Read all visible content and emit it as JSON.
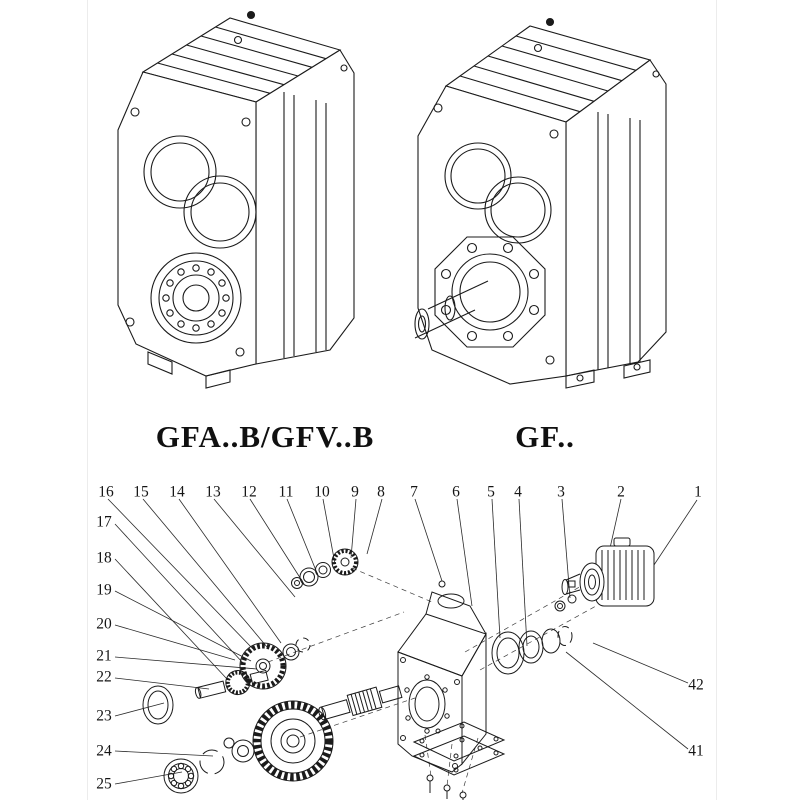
{
  "captions": {
    "left": "GFA..B/GFV..B",
    "right": "GF.."
  },
  "exploded": {
    "top_numbers": [
      "16",
      "15",
      "14",
      "13",
      "12",
      "11",
      "10",
      "9",
      "8",
      "7",
      "6",
      "5",
      "4",
      "3",
      "2",
      "1"
    ],
    "left_numbers": [
      "17",
      "18",
      "19",
      "20",
      "21",
      "22",
      "23",
      "24",
      "25"
    ],
    "right_numbers": [
      "42",
      "41"
    ]
  },
  "colors": {
    "line": "#1b1b1b",
    "background": "#ffffff"
  }
}
